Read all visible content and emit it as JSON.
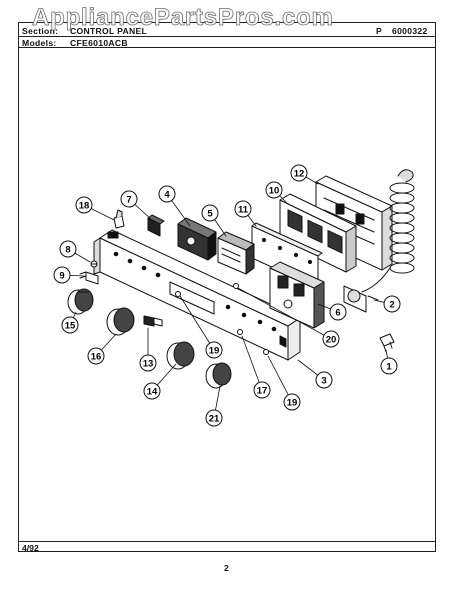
{
  "header": {
    "section_label": "Section:",
    "section_value": "CONTROL PANEL",
    "models_label": "Models:",
    "models_value": "CFE6010ACB",
    "page_code_label": "P",
    "page_code_value": "6000322"
  },
  "watermark": "AppliancePartsPros.com",
  "footer": {
    "date": "4/92",
    "page_number": "2"
  },
  "callouts": [
    "1",
    "2",
    "3",
    "4",
    "5",
    "6",
    "7",
    "8",
    "9",
    "10",
    "11",
    "12",
    "13",
    "14",
    "15",
    "16",
    "17",
    "18",
    "19",
    "19",
    "20",
    "21"
  ],
  "colors": {
    "ink": "#111111",
    "paper": "#ffffff"
  }
}
